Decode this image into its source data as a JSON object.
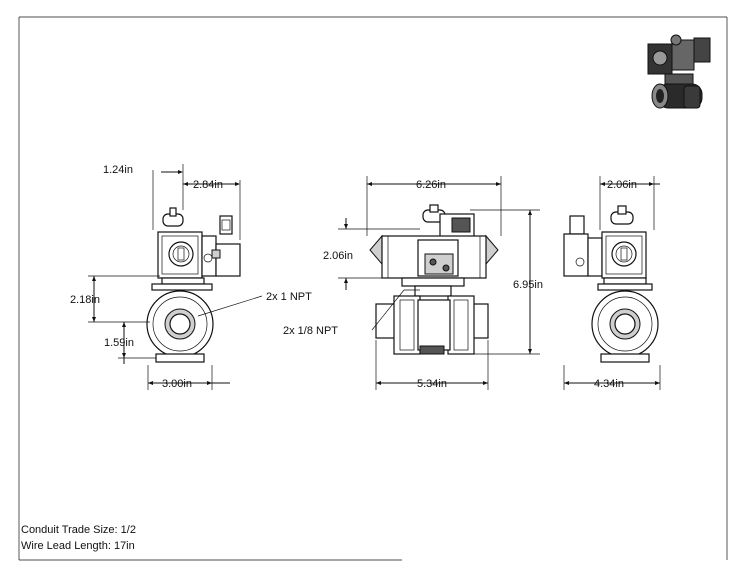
{
  "dimensions": {
    "d1": "1.24in",
    "d2": "2.84in",
    "d3": "2.18in",
    "d4": "1.59in",
    "d5": "3.00in",
    "d6": "6.26in",
    "d7": "2.06in",
    "d8": "6.95in",
    "d9": "5.34in",
    "d10": "2.06in",
    "d11": "4.34in"
  },
  "callouts": {
    "npt1": "2x 1 NPT",
    "npt2": "2x 1/8 NPT"
  },
  "notes": {
    "conduit": "Conduit Trade Size: 1/2",
    "wire": "Wire Lead Length: 17in"
  }
}
